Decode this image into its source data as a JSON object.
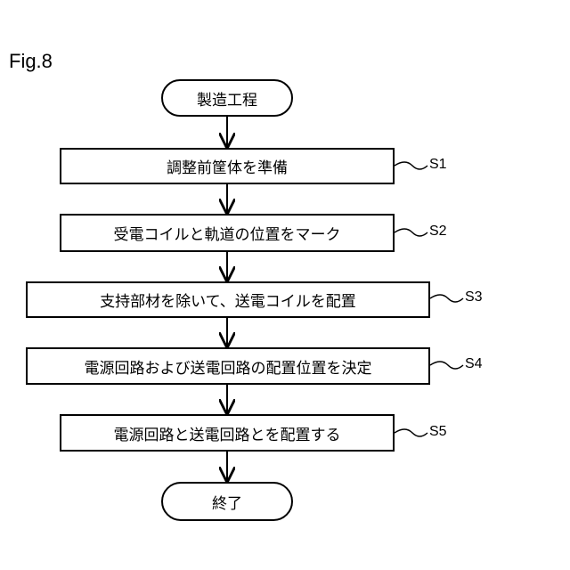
{
  "figure": {
    "label": "Fig.8"
  },
  "flow": {
    "start": "製造工程",
    "end": "終了",
    "steps": [
      {
        "code": "S1",
        "text": "調整前筐体を準備"
      },
      {
        "code": "S2",
        "text": "受電コイルと軌道の位置をマーク"
      },
      {
        "code": "S3",
        "text": "支持部材を除いて、送電コイルを配置"
      },
      {
        "code": "S4",
        "text": "電源回路および送電回路の配置位置を決定"
      },
      {
        "code": "S5",
        "text": "電源回路と送電回路とを配置する"
      }
    ]
  }
}
